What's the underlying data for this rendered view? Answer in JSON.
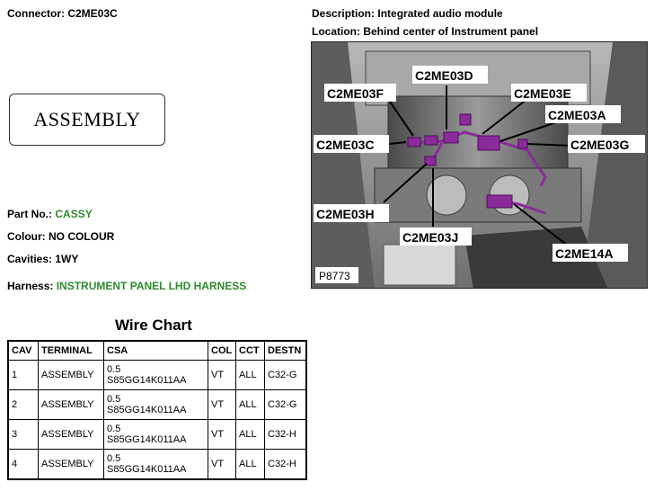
{
  "connector": {
    "label": "Connector:",
    "value": "C2ME03C"
  },
  "description": {
    "label": "Description:",
    "value": "Integrated audio module"
  },
  "location": {
    "label": "Location:",
    "value": "Behind center of Instrument panel"
  },
  "assembly_box": "ASSEMBLY",
  "part_no": {
    "label": "Part No.:",
    "value": "CASSY"
  },
  "colour": {
    "label": "Colour:",
    "value": "NO COLOUR"
  },
  "cavities": {
    "label": "Cavities:",
    "value": "1WY"
  },
  "harness": {
    "label": "Harness:",
    "value": "INSTRUMENT PANEL LHD HARNESS"
  },
  "photo": {
    "ref": "P8773",
    "callouts": [
      "C2ME03D",
      "C2ME03F",
      "C2ME03E",
      "C2ME03A",
      "C2ME03C",
      "C2ME03G",
      "C2ME03H",
      "C2ME03J",
      "C2ME14A"
    ]
  },
  "wire_chart": {
    "title": "Wire Chart",
    "headers": [
      "CAV",
      "TERMINAL",
      "CSA",
      "COL",
      "CCT",
      "DESTN"
    ],
    "rows": [
      {
        "cav": "1",
        "terminal": "ASSEMBLY",
        "csa_size": "0.5",
        "csa_part": "S85GG14K011AA",
        "col": "VT",
        "cct": "ALL",
        "destn": "C32-G"
      },
      {
        "cav": "2",
        "terminal": "ASSEMBLY",
        "csa_size": "0.5",
        "csa_part": "S85GG14K011AA",
        "col": "VT",
        "cct": "ALL",
        "destn": "C32-G"
      },
      {
        "cav": "3",
        "terminal": "ASSEMBLY",
        "csa_size": "0.5",
        "csa_part": "S85GG14K011AA",
        "col": "VT",
        "cct": "ALL",
        "destn": "C32-H"
      },
      {
        "cav": "4",
        "terminal": "ASSEMBLY",
        "csa_size": "0.5",
        "csa_part": "S85GG14K011AA",
        "col": "VT",
        "cct": "ALL",
        "destn": "C32-H"
      }
    ]
  },
  "colors": {
    "green_value": "#2e8b2e",
    "harness_purple": "#8b2a9b"
  }
}
